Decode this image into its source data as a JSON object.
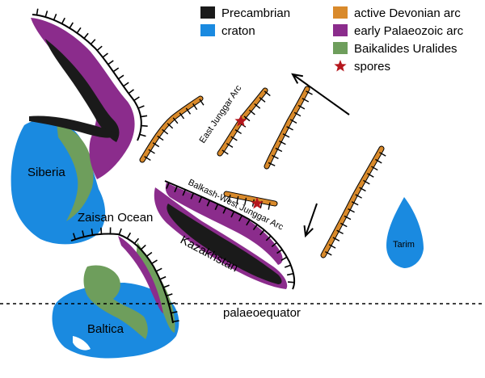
{
  "legend": [
    {
      "label": "Precambrian",
      "color": "#1a1a1a",
      "symbol": "box"
    },
    {
      "label": "craton",
      "color": "#1a8ae0",
      "symbol": "box"
    },
    {
      "label": "active Devonian arc",
      "color": "#d98a2b",
      "symbol": "box"
    },
    {
      "label": "early Palaeozoic arc",
      "color": "#8b2c8c",
      "symbol": "box"
    },
    {
      "label": "Baikalides Uralides",
      "color": "#6e9e5c",
      "symbol": "box"
    },
    {
      "label": "spores",
      "color": "#b5161c",
      "symbol": "star"
    }
  ],
  "labels": {
    "siberia": "Siberia",
    "baltica": "Baltica",
    "kazakhstan": "Kazakhstan",
    "tarim": "Tarim",
    "zaisan": "Zaisan Ocean",
    "east_junggar": "East Junggar Arc",
    "balkash": "Balkash-West Junggar Arc",
    "palaeoequator": "palaeoequator"
  },
  "colors": {
    "precambrian": "#1a1a1a",
    "craton": "#1a8ae0",
    "devonian": "#d98a2b",
    "palaeozoic": "#8b2c8c",
    "baikalides": "#6e9e5c",
    "spore": "#b5161c"
  }
}
